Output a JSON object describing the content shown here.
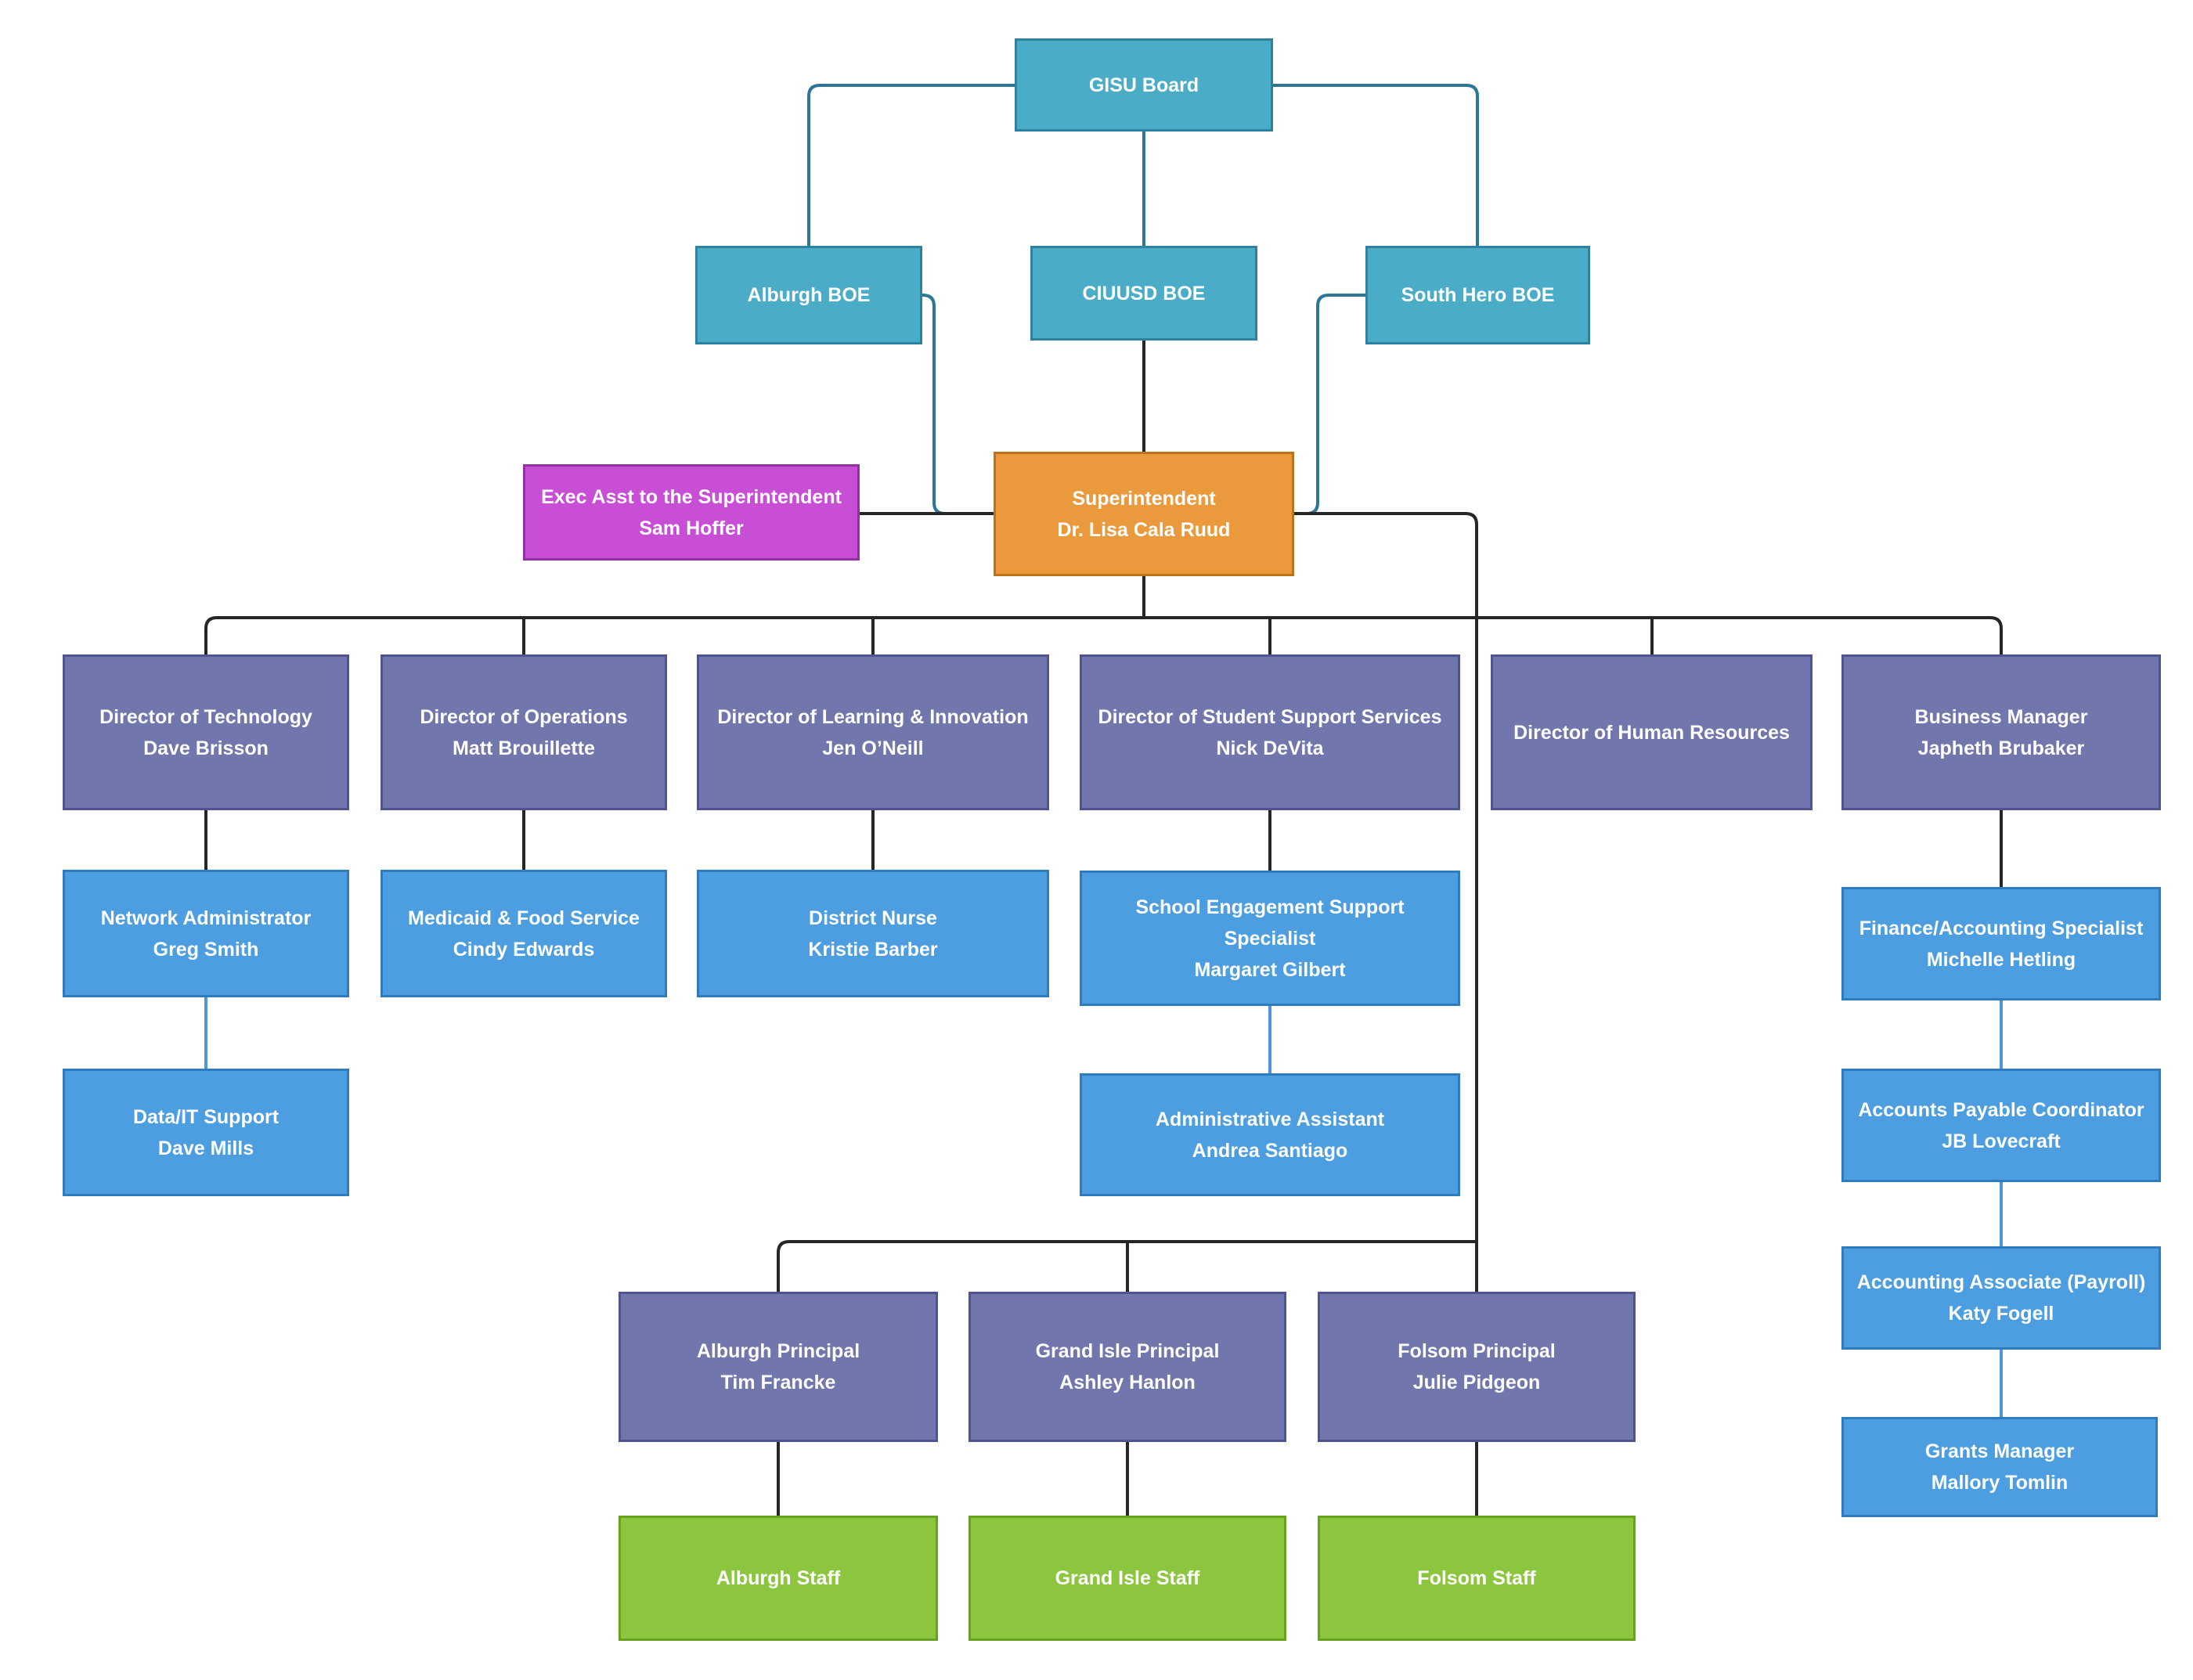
{
  "palette": {
    "board_fill": "#4BACC8",
    "board_border": "#2E82A0",
    "superintendent_fill": "#EA9A3D",
    "superintendent_border": "#BC741A",
    "exec_asst_fill": "#C94ED6",
    "exec_asst_border": "#9232A0",
    "director_fill": "#7176AD",
    "director_border": "#4F5490",
    "staff_member_fill": "#4C9EE0",
    "staff_member_border": "#2E7CBE",
    "school_staff_fill": "#8CC63F",
    "school_staff_border": "#67A221",
    "line_teal": "#2C7796",
    "line_dark": "#262626",
    "line_blue": "#4E95D9"
  },
  "nodes": {
    "gisu_board": {
      "title": "GISU Board"
    },
    "alburgh_boe": {
      "title": "Alburgh BOE"
    },
    "ciuusd_boe": {
      "title": "CIUUSD BOE"
    },
    "south_hero_boe": {
      "title": "South Hero BOE"
    },
    "exec_asst": {
      "title": "Exec Asst to the Superintendent",
      "name": "Sam Hoffer"
    },
    "superintendent": {
      "title": "Superintendent",
      "name": "Dr. Lisa Cala Ruud"
    },
    "dir_technology": {
      "title": "Director of Technology",
      "name": "Dave Brisson"
    },
    "dir_operations": {
      "title": "Director of Operations",
      "name": "Matt Brouillette"
    },
    "dir_learning": {
      "title": "Director of Learning & Innovation",
      "name": "Jen O’Neill"
    },
    "dir_student_support": {
      "title": "Director of Student Support Services",
      "name": "Nick DeVita"
    },
    "dir_hr": {
      "title": "Director of Human Resources"
    },
    "business_manager": {
      "title": "Business Manager",
      "name": "Japheth Brubaker"
    },
    "network_admin": {
      "title": "Network Administrator",
      "name": "Greg Smith"
    },
    "medicaid_food": {
      "title": "Medicaid & Food Service",
      "name": "Cindy Edwards"
    },
    "district_nurse": {
      "title": "District Nurse",
      "name": "Kristie Barber"
    },
    "school_engagement": {
      "title": "School Engagement Support Specialist",
      "name": "Margaret Gilbert"
    },
    "finance_specialist": {
      "title": "Finance/Accounting Specialist",
      "name": "Michelle Hetling"
    },
    "data_it": {
      "title": "Data/IT Support",
      "name": "Dave Mills"
    },
    "admin_assistant": {
      "title": "Administrative Assistant",
      "name": "Andrea Santiago"
    },
    "accounts_payable": {
      "title": "Accounts Payable Coordinator",
      "name": "JB Lovecraft"
    },
    "accounting_associate": {
      "title": "Accounting Associate (Payroll)",
      "name": "Katy Fogell"
    },
    "grants_manager": {
      "title": "Grants Manager",
      "name": "Mallory Tomlin"
    },
    "alburgh_principal": {
      "title": "Alburgh Principal",
      "name": "Tim Francke"
    },
    "grand_isle_principal": {
      "title": "Grand Isle Principal",
      "name": "Ashley Hanlon"
    },
    "folsom_principal": {
      "title": "Folsom Principal",
      "name": "Julie Pidgeon"
    },
    "alburgh_staff": {
      "title": "Alburgh Staff"
    },
    "grand_isle_staff": {
      "title": "Grand Isle Staff"
    },
    "folsom_staff": {
      "title": "Folsom Staff"
    }
  },
  "edges": [
    {
      "from": "gisu_board",
      "to": "alburgh_boe"
    },
    {
      "from": "gisu_board",
      "to": "ciuusd_boe"
    },
    {
      "from": "gisu_board",
      "to": "south_hero_boe"
    },
    {
      "from": "alburgh_boe",
      "to": "superintendent"
    },
    {
      "from": "ciuusd_boe",
      "to": "superintendent"
    },
    {
      "from": "south_hero_boe",
      "to": "superintendent"
    },
    {
      "from": "exec_asst",
      "to": "superintendent"
    },
    {
      "from": "superintendent",
      "to": "dir_technology"
    },
    {
      "from": "superintendent",
      "to": "dir_operations"
    },
    {
      "from": "superintendent",
      "to": "dir_learning"
    },
    {
      "from": "superintendent",
      "to": "dir_student_support"
    },
    {
      "from": "superintendent",
      "to": "dir_hr"
    },
    {
      "from": "superintendent",
      "to": "business_manager"
    },
    {
      "from": "superintendent",
      "to": "alburgh_principal"
    },
    {
      "from": "superintendent",
      "to": "grand_isle_principal"
    },
    {
      "from": "superintendent",
      "to": "folsom_principal"
    },
    {
      "from": "dir_technology",
      "to": "network_admin"
    },
    {
      "from": "network_admin",
      "to": "data_it"
    },
    {
      "from": "dir_operations",
      "to": "medicaid_food"
    },
    {
      "from": "dir_learning",
      "to": "district_nurse"
    },
    {
      "from": "dir_student_support",
      "to": "school_engagement"
    },
    {
      "from": "school_engagement",
      "to": "admin_assistant"
    },
    {
      "from": "business_manager",
      "to": "finance_specialist"
    },
    {
      "from": "finance_specialist",
      "to": "accounts_payable"
    },
    {
      "from": "accounts_payable",
      "to": "accounting_associate"
    },
    {
      "from": "accounting_associate",
      "to": "grants_manager"
    },
    {
      "from": "alburgh_principal",
      "to": "alburgh_staff"
    },
    {
      "from": "grand_isle_principal",
      "to": "grand_isle_staff"
    },
    {
      "from": "folsom_principal",
      "to": "folsom_staff"
    }
  ]
}
